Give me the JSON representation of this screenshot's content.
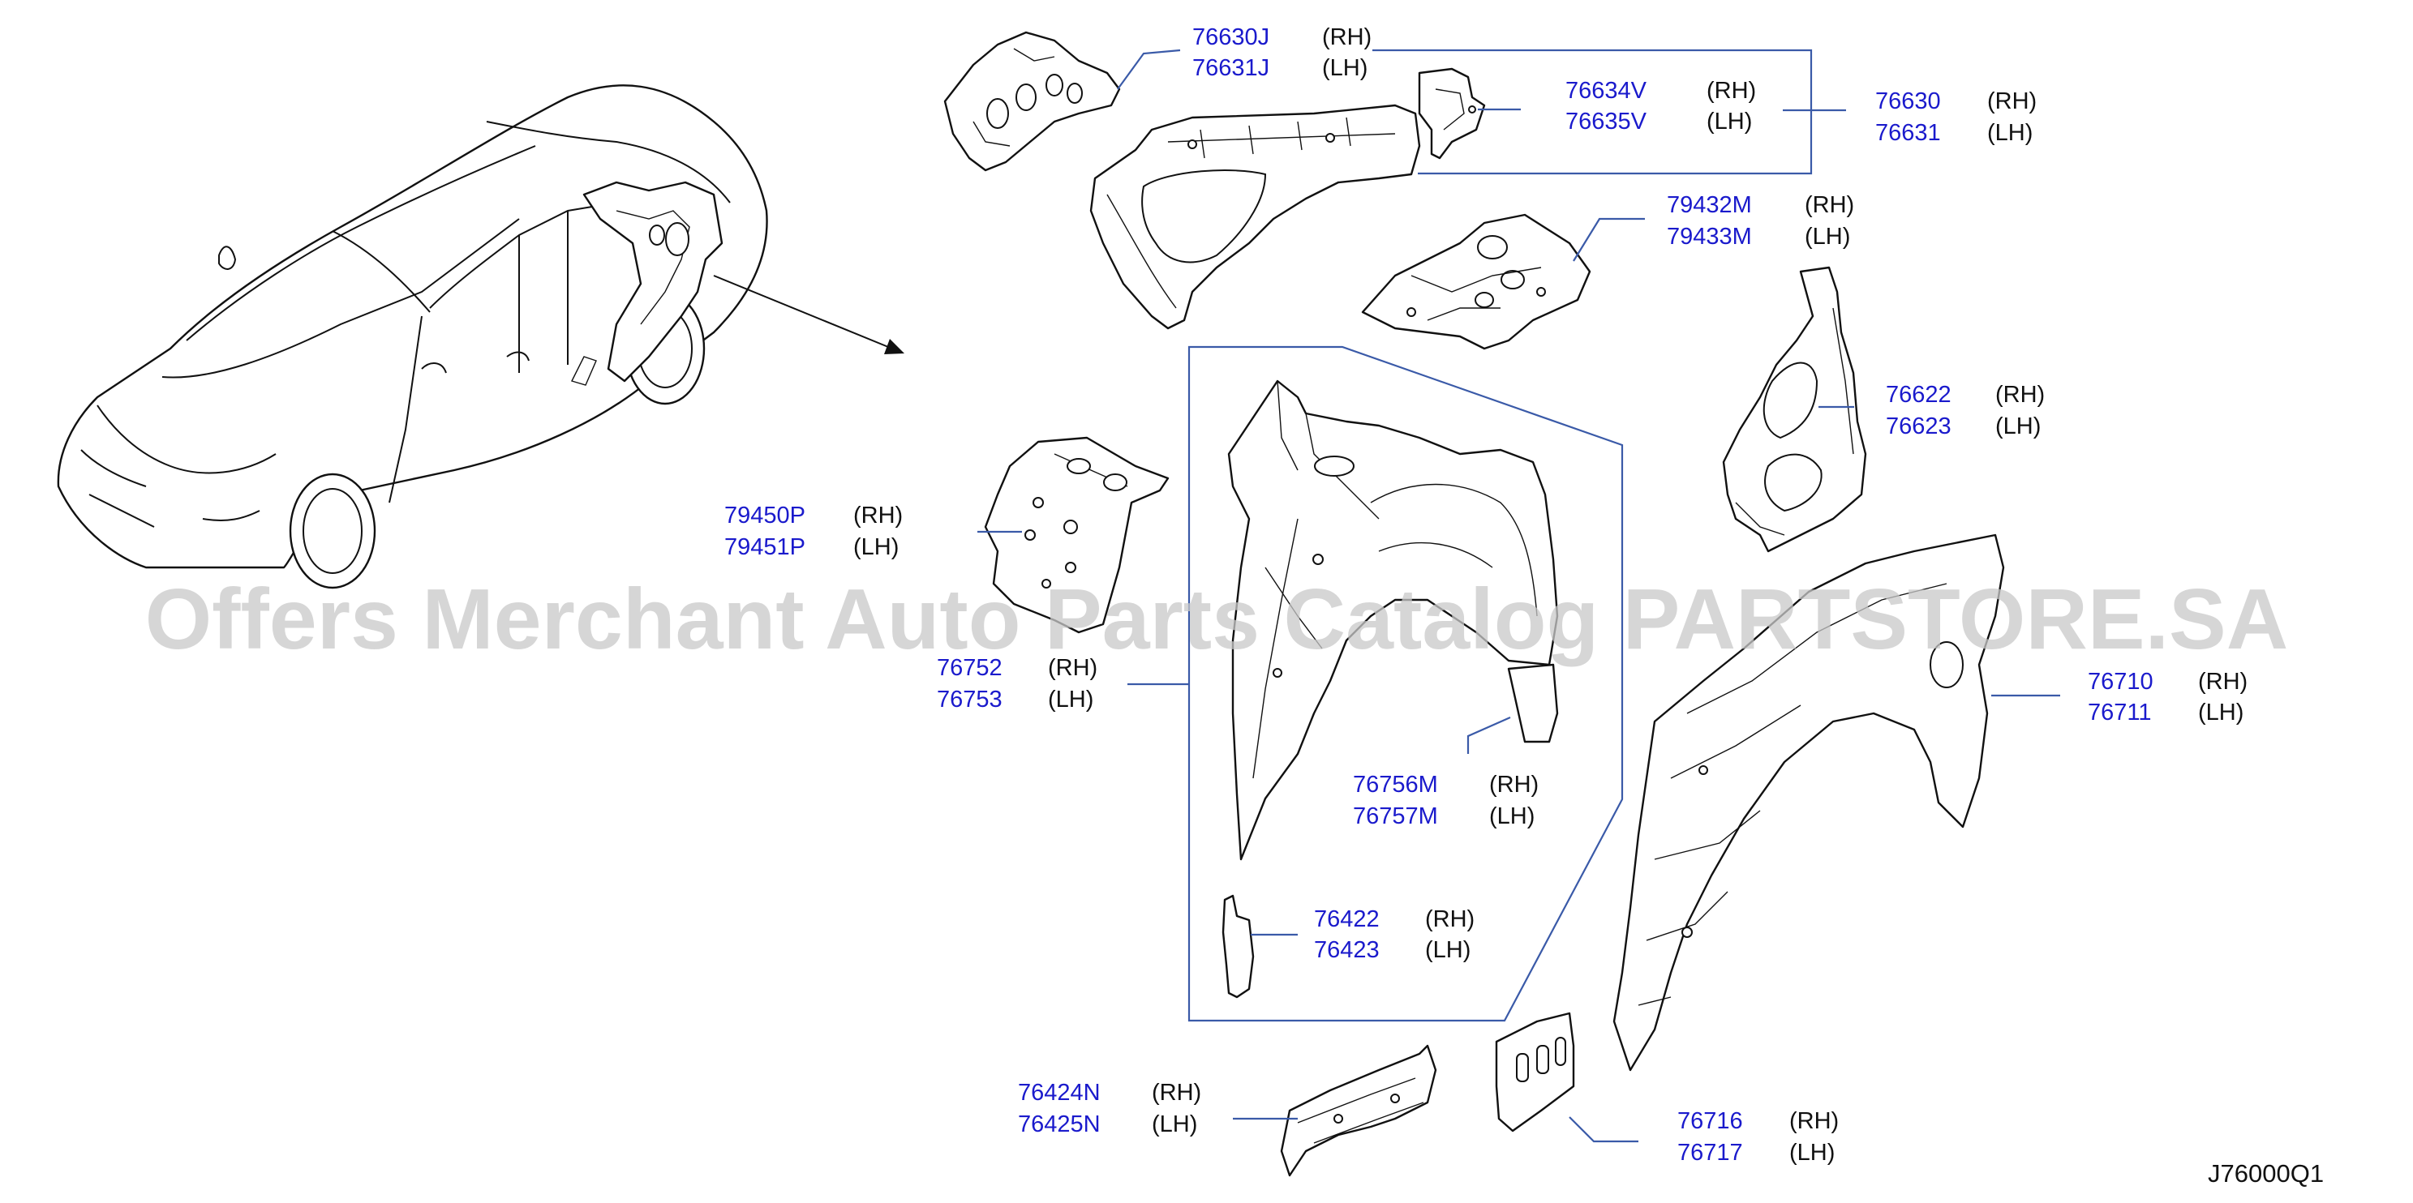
{
  "callouts": [
    {
      "id": "76630J",
      "parts": [
        "76630J",
        "76631J"
      ],
      "sides": [
        "(RH)",
        "(LH)"
      ]
    },
    {
      "id": "76634V",
      "parts": [
        "76634V",
        "76635V"
      ],
      "sides": [
        "(RH)",
        "(LH)"
      ]
    },
    {
      "id": "76630",
      "parts": [
        "76630",
        "76631"
      ],
      "sides": [
        "(RH)",
        "(LH)"
      ]
    },
    {
      "id": "79432M",
      "parts": [
        "79432M",
        "79433M"
      ],
      "sides": [
        "(RH)",
        "(LH)"
      ]
    },
    {
      "id": "76622",
      "parts": [
        "76622",
        "76623"
      ],
      "sides": [
        "(RH)",
        "(LH)"
      ]
    },
    {
      "id": "79450P",
      "parts": [
        "79450P",
        "79451P"
      ],
      "sides": [
        "(RH)",
        "(LH)"
      ]
    },
    {
      "id": "76752",
      "parts": [
        "76752",
        "76753"
      ],
      "sides": [
        "(RH)",
        "(LH)"
      ]
    },
    {
      "id": "76710",
      "parts": [
        "76710",
        "76711"
      ],
      "sides": [
        "(RH)",
        "(LH)"
      ]
    },
    {
      "id": "76756M",
      "parts": [
        "76756M",
        "76757M"
      ],
      "sides": [
        "(RH)",
        "(LH)"
      ]
    },
    {
      "id": "76422",
      "parts": [
        "76422",
        "76423"
      ],
      "sides": [
        "(RH)",
        "(LH)"
      ]
    },
    {
      "id": "76424N",
      "parts": [
        "76424N",
        "76425N"
      ],
      "sides": [
        "(RH)",
        "(LH)"
      ]
    },
    {
      "id": "76716",
      "parts": [
        "76716",
        "76717"
      ],
      "sides": [
        "(RH)",
        "(LH)"
      ]
    }
  ],
  "diagram_ref": "J76000Q1",
  "watermark": "Offers Merchant Auto Parts Catalog PARTSTORE.SA",
  "colors": {
    "part_number": "#1a1acc",
    "leader": "#3a5aa8",
    "outline": "#111111",
    "watermark": "#c9c9c9"
  }
}
